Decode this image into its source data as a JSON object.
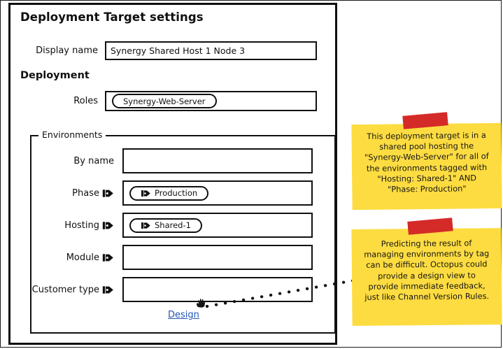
{
  "panel": {
    "title": "Deployment Target settings",
    "display_name_label": "Display name",
    "display_name_value": "Synergy Shared Host 1 Node 3",
    "deployment_section_label": "Deployment",
    "roles_label": "Roles",
    "roles_chip": "Synergy-Web-Server",
    "environments_legend": "Environments",
    "fields": [
      {
        "label": "By name",
        "value": "",
        "has_tag_icon": false,
        "chip": null
      },
      {
        "label": "Phase",
        "value": "",
        "has_tag_icon": true,
        "chip": "Production"
      },
      {
        "label": "Hosting",
        "value": "",
        "has_tag_icon": true,
        "chip": "Shared-1"
      },
      {
        "label": "Module",
        "value": "",
        "has_tag_icon": true,
        "chip": null
      },
      {
        "label": "Customer type",
        "value": "",
        "has_tag_icon": true,
        "chip": null
      }
    ],
    "design_link": "Design"
  },
  "notes": [
    {
      "lines": [
        "This deployment target is in a",
        "shared pool hosting the",
        "\"Synergy-Web-Server\" for all of",
        "the environments tagged with",
        "\"Hosting: Shared-1\" AND",
        "\"Phase: Production\""
      ]
    },
    {
      "lines": [
        "Predicting the result of",
        "managing environments by tag",
        "can be difficult. Octopus could",
        "provide a design view to",
        "provide immediate feedback,",
        "just like Channel Version Rules."
      ]
    }
  ],
  "colors": {
    "note_yellow": "#FDDC41",
    "tape_red": "#D42B28",
    "ink": "#101010",
    "link_blue": "#2255bb"
  }
}
